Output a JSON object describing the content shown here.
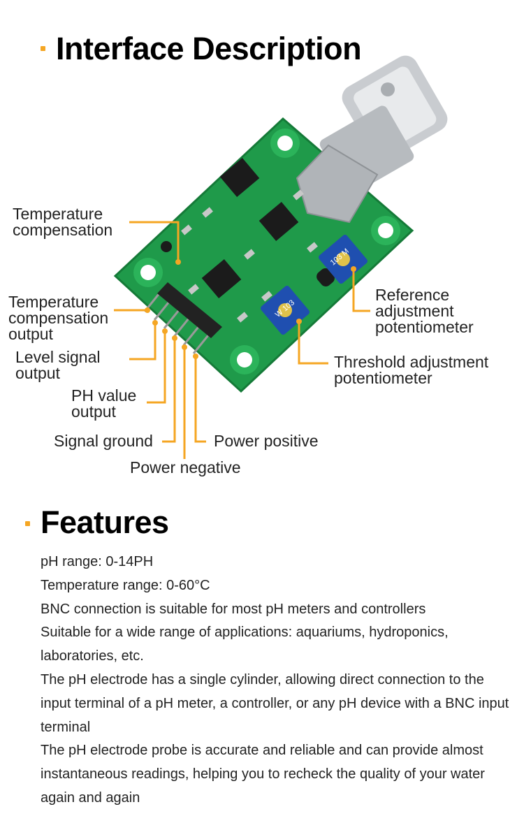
{
  "interface_section": {
    "title": "Interface Description",
    "labels": {
      "temperature_compensation": [
        "Temperature",
        "compensation"
      ],
      "temperature_compensation_output": [
        "Temperature",
        "compensation",
        "output"
      ],
      "level_signal_output": [
        "Level signal",
        "output"
      ],
      "ph_value_output": [
        "PH value",
        "output"
      ],
      "signal_ground": "Signal ground",
      "power_negative": "Power negative",
      "power_positive": "Power positive",
      "reference_adjustment_potentiometer": [
        "Reference",
        "adjustment",
        "potentiometer"
      ],
      "threshold_adjustment_potentiometer": [
        "Threshold adjustment",
        "potentiometer"
      ]
    },
    "pot_markings": [
      "103 M",
      "W 103"
    ]
  },
  "features_section": {
    "title": "Features",
    "items": [
      "pH range: 0-14PH",
      "Temperature range: 0-60°C",
      "BNC connection is suitable for most pH meters and controllers",
      "Suitable for a wide range of applications: aquariums, hydroponics, laboratories, etc.",
      "The pH electrode has a single cylinder, allowing direct connection to the input terminal of a pH meter, a controller, or any pH device with a BNC input terminal",
      "The pH electrode probe is accurate and reliable and can provide almost instantaneous readings, helping you to recheck the quality of your water again and again"
    ]
  },
  "colors": {
    "accent": "#f5a623",
    "pcb": "#1f9a4a",
    "potentiometer": "#1f4fb0"
  }
}
